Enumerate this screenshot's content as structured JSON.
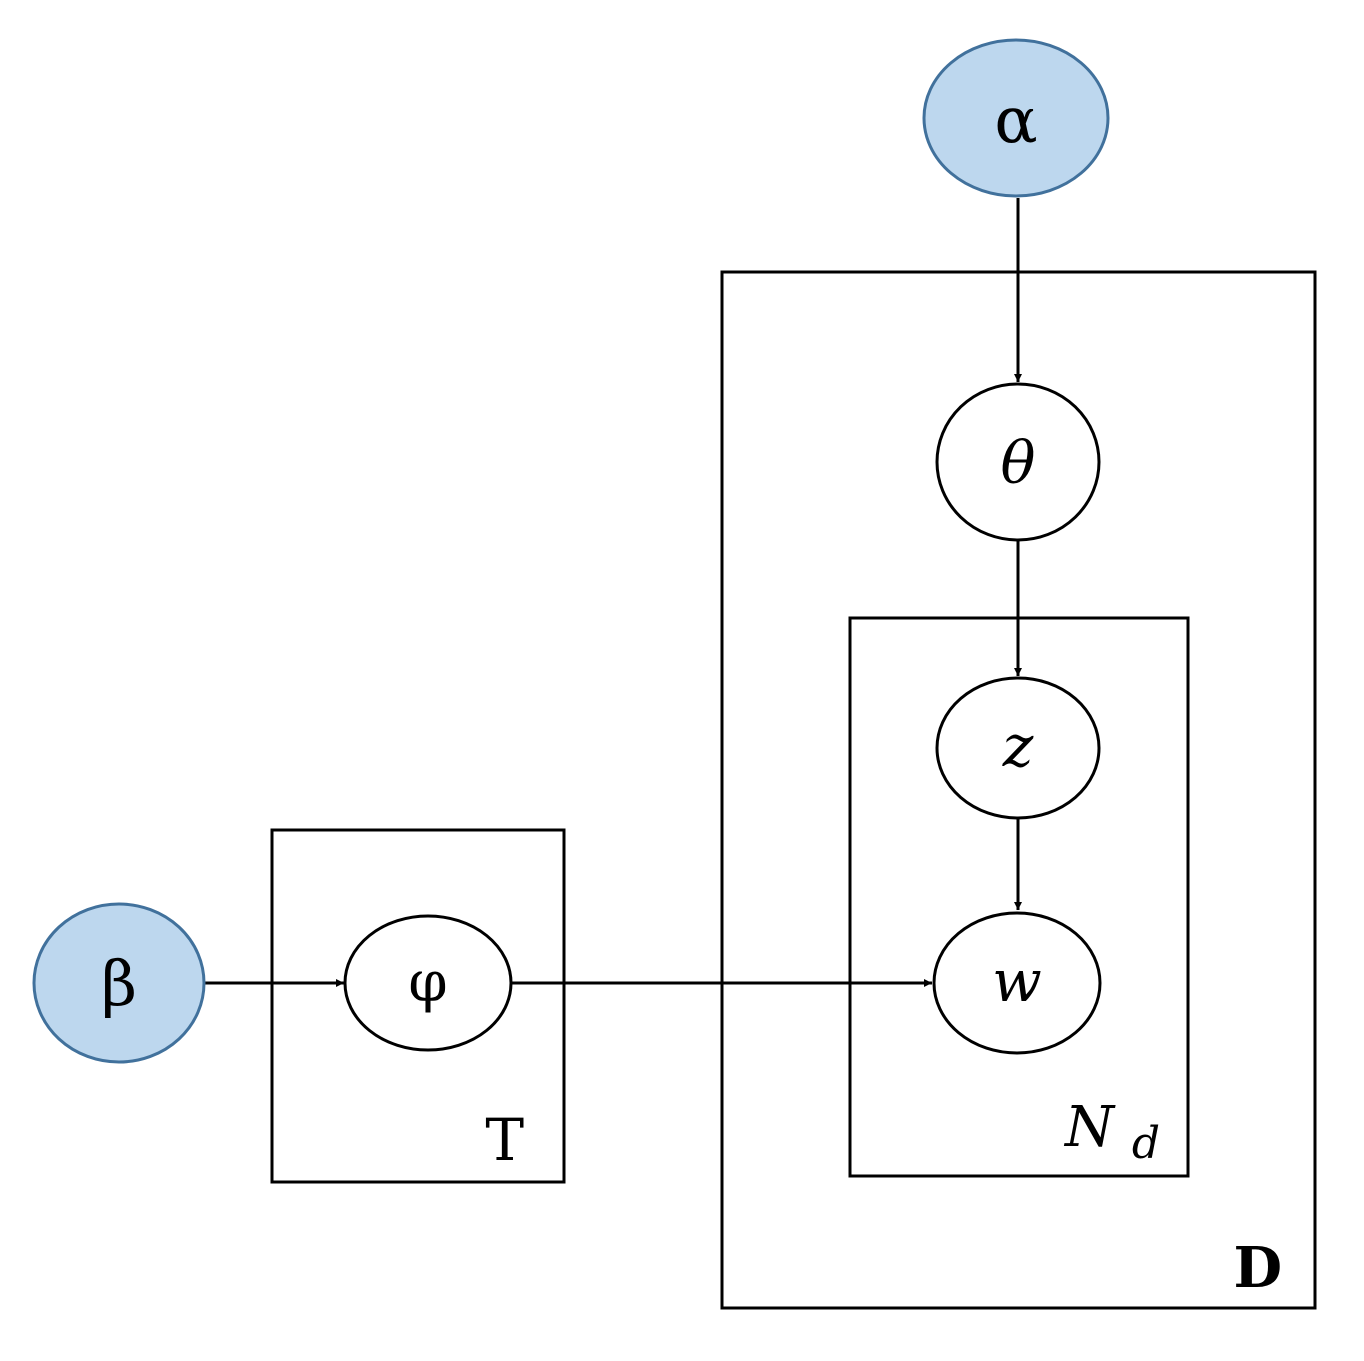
{
  "nodes": {
    "alpha": {
      "label": "α",
      "observed": true
    },
    "beta": {
      "label": "β",
      "observed": true
    },
    "theta": {
      "label": "θ",
      "observed": false
    },
    "z": {
      "label": "z",
      "observed": false
    },
    "w": {
      "label": "w",
      "observed": false
    },
    "phi": {
      "label": "φ",
      "observed": false
    }
  },
  "plates": {
    "D": {
      "label": "D"
    },
    "N": {
      "label": "N",
      "subscript": "d"
    },
    "T": {
      "label": "T"
    }
  },
  "edges": [
    {
      "from": "alpha",
      "to": "theta"
    },
    {
      "from": "theta",
      "to": "z"
    },
    {
      "from": "z",
      "to": "w"
    },
    {
      "from": "beta",
      "to": "phi"
    },
    {
      "from": "phi",
      "to": "w"
    }
  ],
  "colors": {
    "observed_fill": "#bdd7ee",
    "observed_stroke": "#41719c",
    "latent_fill": "#ffffff",
    "latent_stroke": "#000000",
    "line": "#000000"
  }
}
